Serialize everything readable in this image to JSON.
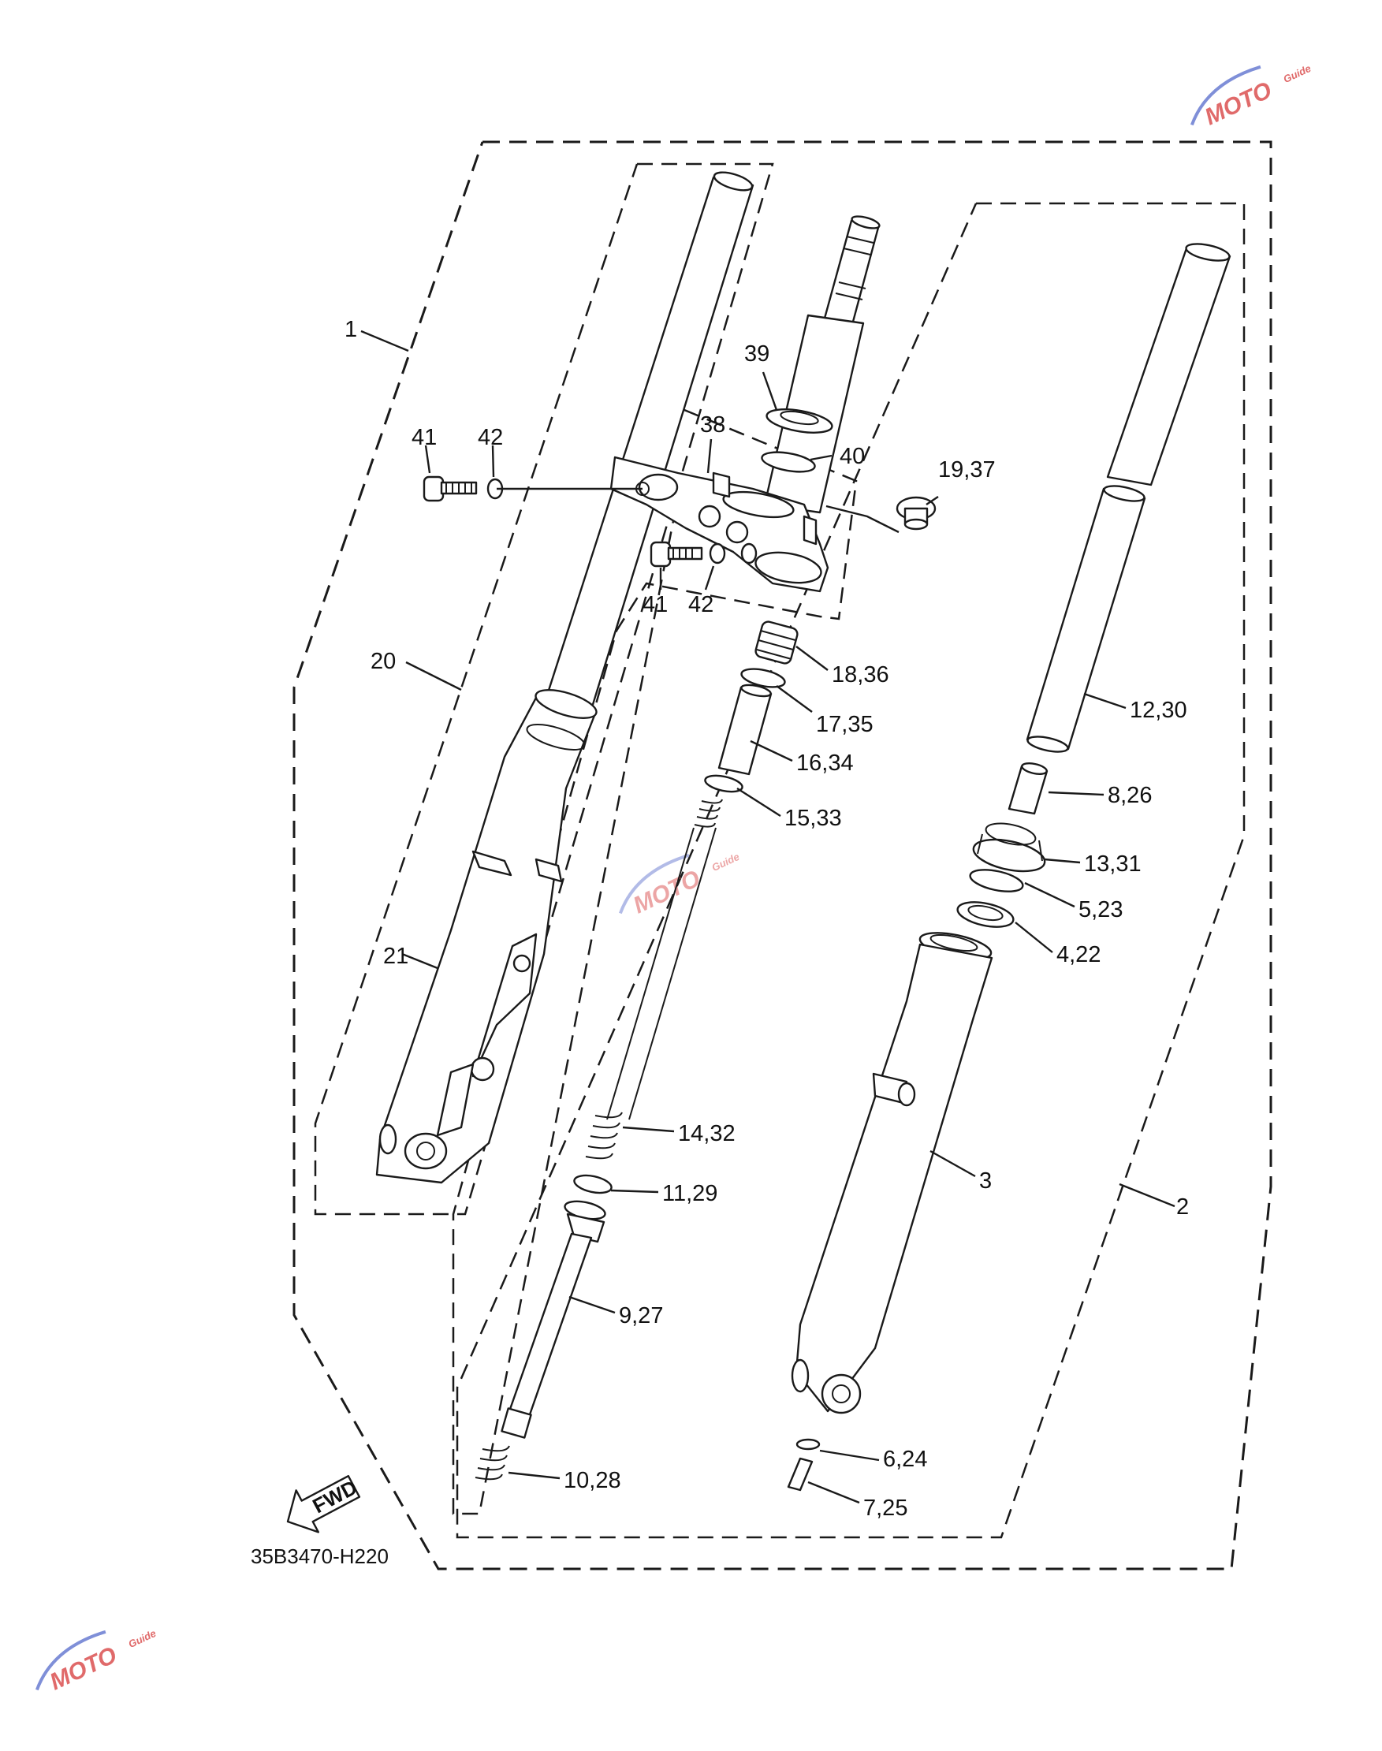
{
  "diagram_code": "35B3470-H220",
  "fwd_label": "FWD",
  "watermark": {
    "text": "MOTO",
    "subtext": "Guide",
    "color": "#e06a6a",
    "swoosh_color": "#7f8fd8"
  },
  "callouts": [
    {
      "id": "c1",
      "label": "1"
    },
    {
      "id": "c2",
      "label": "2"
    },
    {
      "id": "c3",
      "label": "3"
    },
    {
      "id": "c4",
      "label": "4,22"
    },
    {
      "id": "c5",
      "label": "5,23"
    },
    {
      "id": "c6",
      "label": "6,24"
    },
    {
      "id": "c7",
      "label": "7,25"
    },
    {
      "id": "c8",
      "label": "8,26"
    },
    {
      "id": "c9",
      "label": "9,27"
    },
    {
      "id": "c10",
      "label": "10,28"
    },
    {
      "id": "c11",
      "label": "11,29"
    },
    {
      "id": "c12",
      "label": "12,30"
    },
    {
      "id": "c13",
      "label": "13,31"
    },
    {
      "id": "c14",
      "label": "14,32"
    },
    {
      "id": "c15",
      "label": "15,33"
    },
    {
      "id": "c16",
      "label": "16,34"
    },
    {
      "id": "c17",
      "label": "17,35"
    },
    {
      "id": "c18",
      "label": "18,36"
    },
    {
      "id": "c19",
      "label": "19,37"
    },
    {
      "id": "c20",
      "label": "20"
    },
    {
      "id": "c21",
      "label": "21"
    },
    {
      "id": "c38",
      "label": "38"
    },
    {
      "id": "c39",
      "label": "39"
    },
    {
      "id": "c40",
      "label": "40"
    },
    {
      "id": "c41a",
      "label": "41"
    },
    {
      "id": "c42a",
      "label": "42"
    },
    {
      "id": "c41b",
      "label": "41"
    },
    {
      "id": "c42b",
      "label": "42"
    }
  ]
}
